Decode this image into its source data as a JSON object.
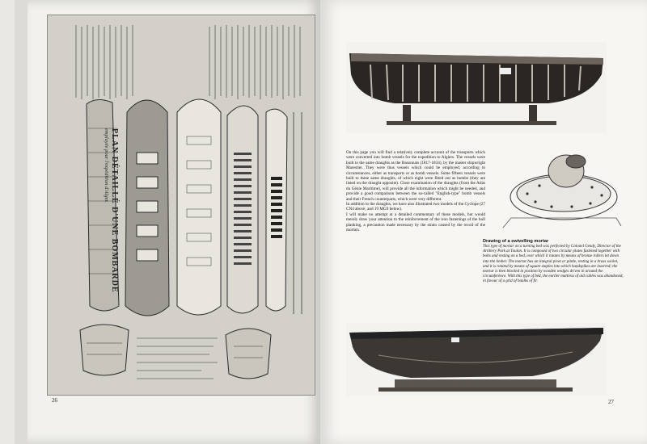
{
  "left_page": {
    "number": "26",
    "plan_title": "PLAN DÉTAILLÉ D'UNE BOMBARDE",
    "plan_subtitle": "employée pour l'expédition d'Alger."
  },
  "right_page": {
    "number": "27",
    "body_text": "On this page you will find a relatively complete account of the transports which were converted into bomb vessels for the expedition to Algiers. The vessels were built to the same draughts as the Basonnais (1817-1834), by the master shipwright Marestier. They were thus vessels which could be employed, according to circumstances, either as transports or as bomb vessels. Some fifteen vessels were built to these same draughts, of which eight were fitted out as bombs (they are listed on the draught opposite). Close examination of the draughts (from the Atlas du Génie Maritime), will provide all the information which might be needed, and provide a good comparison between the so-called \"English-type\" bomb vessels and their French counterparts, which were very different.",
    "body_text_2": "In addition to the draughts, we have also illustrated two models of the Cyclope (27 CN4 above, and 19 MG9 below).",
    "body_text_3": "I will make no attempt at a detailed commentary of these models, but would merely draw your attention to the reinforcement of the iron fastenings of the hull planking, a precaution made necessary by the strain caused by the recoil of the mortars.",
    "caption_title": "Drawing of a swivelling mortar",
    "caption_text": "This type of mortar on a turning bed was perfected by Colonel Gendy, Director of the Artillery Park at Toulon. It is composed of two circular plates fastened together with bolts and resting on a bed, over which it rotates by means of bronze rollers let down into the timber. The mortar has an integral pivot or pintle, resting in a brass socket, and it is rotated by means of square staples into which handspikes are inserted; the mortar is then blocked in position by wooden wedges driven in around the circumference. With this type of bed, the earlier mattress of old cables was abandoned, in favour of a grid of baulks of fir."
  }
}
